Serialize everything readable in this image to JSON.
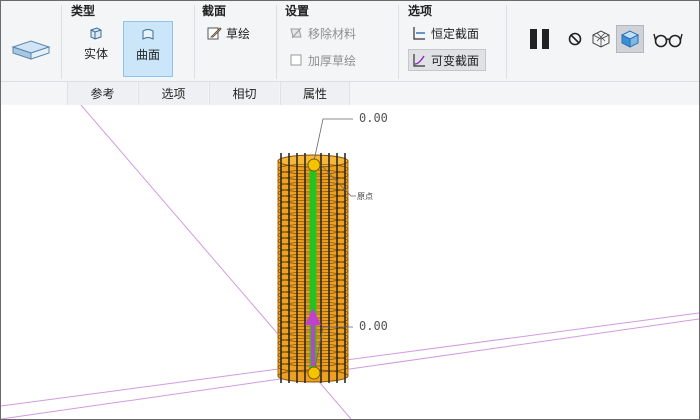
{
  "ribbon": {
    "type_group": {
      "title": "类型",
      "solid_label": "实体",
      "surface_label": "曲面"
    },
    "section_group": {
      "title": "截面",
      "sketch_label": "草绘"
    },
    "settings_group": {
      "title": "设置",
      "remove_material_label": "移除材料",
      "thicken_sketch_label": "加厚草绘"
    },
    "options_group": {
      "title": "选项",
      "constant_section_label": "恒定截面",
      "variable_section_label": "可变截面"
    }
  },
  "tabs": [
    {
      "label": "参考"
    },
    {
      "label": "选项"
    },
    {
      "label": "相切"
    },
    {
      "label": "属性"
    }
  ],
  "viewport": {
    "top_dimension": "0.00",
    "bottom_dimension": "0.00",
    "origin_label": "原点"
  },
  "colors": {
    "accent": "#3a8fd6",
    "selected_bg": "#cbe6f8",
    "model_orange": "#f0a020",
    "trajectory_green": "#22c422",
    "arrow_magenta": "#c040d0",
    "datum_plane": "#d39ae0"
  }
}
